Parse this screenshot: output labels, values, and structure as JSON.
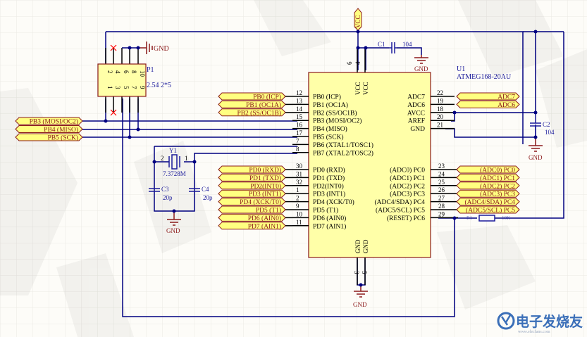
{
  "colors": {
    "background": "#fdfcf8",
    "grid": "#ebeae4",
    "wire": "#000080",
    "pin": "#000000",
    "component_fill": "#ffffa8",
    "component_border": "#8b1a1a",
    "port_fill": "#ffff80",
    "port_text": "#8b1a1a",
    "designator": "#1a1a9a",
    "power_symbol": "#8b1a1a",
    "junction": "#000080",
    "no_connect": "#ff0000"
  },
  "power": {
    "vcc_label": "VCC",
    "gnd_label": "GND"
  },
  "header_p1": {
    "designator": "P1",
    "value": "2.54 2*5",
    "top_pins": [
      "2",
      "4",
      "6",
      "8",
      "10"
    ],
    "bottom_pins": [
      "1",
      "3",
      "5",
      "7",
      "9"
    ]
  },
  "left_ports_spi": [
    "PB3 (MOSI/OC2)",
    "PB4 (MISO)",
    "PB5 (SCK)"
  ],
  "left_ports_pb": [
    "PB0 (ICP)",
    "PB1 (OC1A)",
    "PB2 (SS/OC1B)"
  ],
  "left_ports_pd": [
    "PD0 (RXD)",
    "PD1 (TXD)",
    "PD2(INT0)",
    "PD3 (INT1)",
    "PD4 (XCK/T0)",
    "PD5 (T1)",
    "PD6 (AIN0)",
    "PD7 (AIN1)"
  ],
  "right_ports_adc": [
    "ADC7",
    "ADC6"
  ],
  "right_ports_pc": [
    "(ADC0) PC0",
    "(ADC1) PC1",
    "(ADC2) PC2",
    "(ADC3) PC3",
    "(ADC4/SDA) PC4",
    "(ADC5/SCL) PC5"
  ],
  "mcu": {
    "designator": "U1",
    "part": "ATMEG168-20AU",
    "vcc_pins": [
      {
        "num": "6",
        "name": "VCC"
      },
      {
        "num": "4",
        "name": "VCC"
      }
    ],
    "gnd_pins": [
      {
        "num": "3",
        "name": "GND"
      },
      {
        "num": "5",
        "name": "GND"
      }
    ],
    "left_pins_pb": [
      {
        "num": "12",
        "name": "PB0 (ICP)"
      },
      {
        "num": "13",
        "name": "PB1 (OC1A)"
      },
      {
        "num": "14",
        "name": "PB2 (SS/OC1B)"
      },
      {
        "num": "15",
        "name": "PB3 (MOSI/OC2)"
      },
      {
        "num": "16",
        "name": "PB4 (MISO)"
      },
      {
        "num": "17",
        "name": "PB5 (SCK)"
      },
      {
        "num": "7",
        "name": "PB6 (XTAL1/TOSC1)"
      },
      {
        "num": "8",
        "name": "PB7 (XTAL2/TOSC2)"
      }
    ],
    "left_pins_pd": [
      {
        "num": "30",
        "name": "PD0 (RXD)"
      },
      {
        "num": "31",
        "name": "PD1 (TXD)"
      },
      {
        "num": "32",
        "name": "PD2(INT0)"
      },
      {
        "num": "1",
        "name": "PD3 (INT1)"
      },
      {
        "num": "2",
        "name": "PD4 (XCK/T0)"
      },
      {
        "num": "9",
        "name": "PD5 (T1)"
      },
      {
        "num": "10",
        "name": "PD6 (AIN0)"
      },
      {
        "num": "11",
        "name": "PD7 (AIN1)"
      }
    ],
    "right_pins_analog": [
      {
        "num": "22",
        "name": "ADC7"
      },
      {
        "num": "19",
        "name": "ADC6"
      },
      {
        "num": "18",
        "name": "AVCC"
      },
      {
        "num": "20",
        "name": "AREF"
      },
      {
        "num": "21",
        "name": "GND"
      }
    ],
    "right_pins_pc": [
      {
        "num": "23",
        "name": "(ADC0) PC0"
      },
      {
        "num": "24",
        "name": "(ADC1) PC1"
      },
      {
        "num": "25",
        "name": "(ADC2) PC2"
      },
      {
        "num": "26",
        "name": "(ADC3) PC3"
      },
      {
        "num": "27",
        "name": "(ADC4/SDA) PC4"
      },
      {
        "num": "28",
        "name": "(ADC5/SCL) PC5"
      },
      {
        "num": "29",
        "name": "(RESET) PC6"
      }
    ]
  },
  "c1": {
    "designator": "C1",
    "value": "104"
  },
  "c2": {
    "designator": "C2",
    "value": "104"
  },
  "c3": {
    "designator": "C3",
    "value": "20p"
  },
  "c4": {
    "designator": "C4",
    "value": "20p"
  },
  "y1": {
    "designator": "Y1",
    "value": "7.3728M",
    "pin_left": "2",
    "pin_right": "1"
  },
  "r1": {
    "designator": "R1",
    "value": "10K"
  },
  "watermark": {
    "brand_text": "电子发烧友",
    "site_text": "www.elecfans.com"
  }
}
